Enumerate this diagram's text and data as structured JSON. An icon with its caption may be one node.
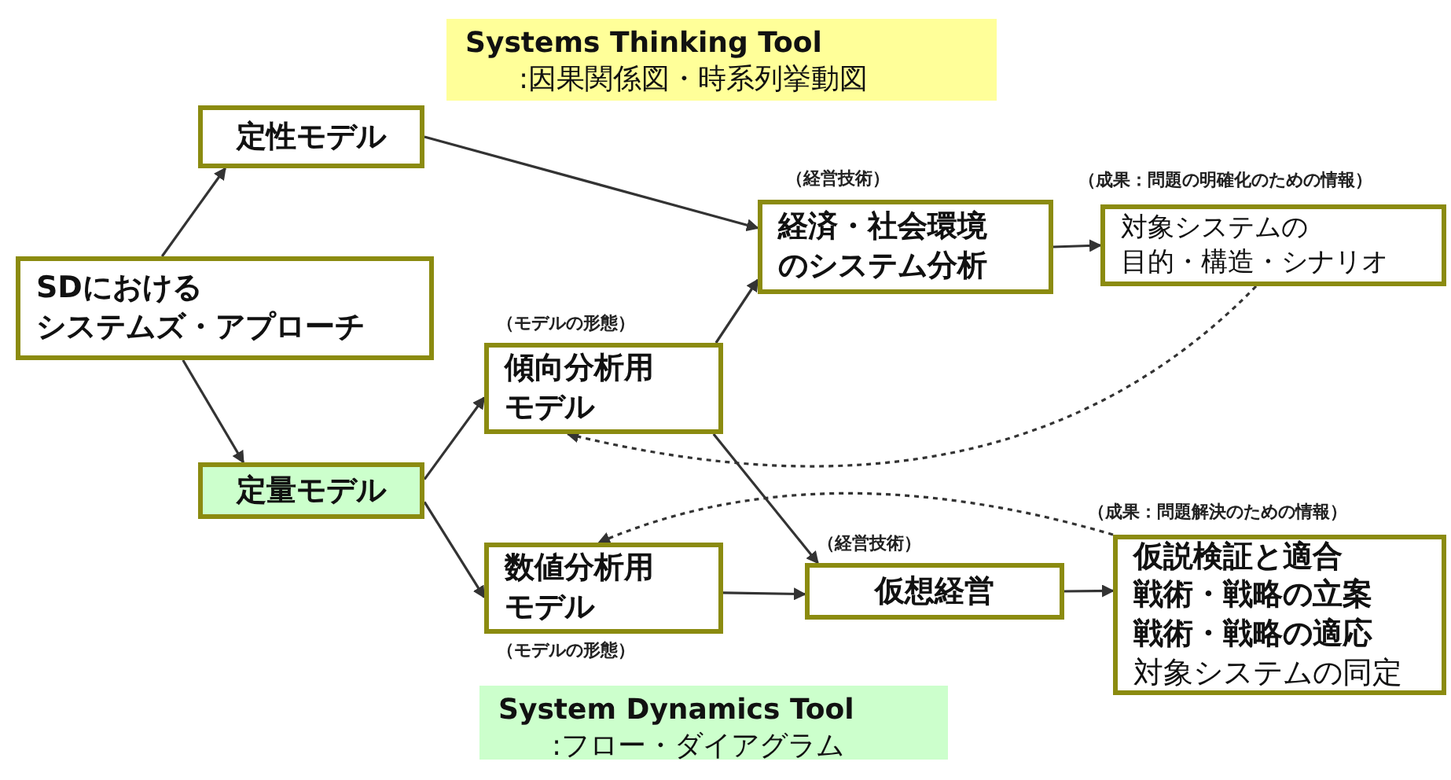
{
  "diagram": {
    "nodes": [
      {
        "text": [
          "Systems Thinking Tool",
          ":因果関係図・時系列挙動図"
        ]
      },
      {
        "text": [
          "定性モデル"
        ]
      },
      {
        "text": [
          "SDにおけるシステムズ・アプローチ"
        ]
      },
      {
        "text": [
          "経済・社会環境のシステム分析"
        ],
        "beside": [
          "（経営技術）"
        ]
      },
      {
        "text": [
          "対象システムの目的・構造・シナリオ"
        ],
        "beside": [
          "（成果：問題の明確化のための情報）"
        ]
      },
      {
        "text": [
          "傾向分析用モデル"
        ],
        "beside": [
          "（モデルの形態）"
        ]
      },
      {
        "text": [
          "定量モデル"
        ]
      },
      {
        "text": [
          "数値分析用モデル"
        ],
        "beside": [
          "（モデルの形態）"
        ]
      },
      {
        "text": [
          "仮想経営"
        ],
        "beside": [
          "（経営技術）"
        ]
      },
      {
        "text": [
          "仮説検証と適合",
          "戦術・戦略の立案",
          "戦術・戦略の適応",
          "対象システムの同定"
        ],
        "beside": [
          "（成果：問題解決のための情報）"
        ]
      },
      {
        "text": [
          "System Dynamics Tool",
          ":フロー・ダイアグラム"
        ]
      }
    ],
    "edges": [
      {
        "from": 2,
        "to": 1,
        "arrow": "to"
      },
      {
        "from": 2,
        "to": 6,
        "arrow": "to"
      },
      {
        "from": 1,
        "to": 3,
        "arrow": "to"
      },
      {
        "from": 5,
        "to": 3,
        "arrow": "to"
      },
      {
        "from": 3,
        "to": 4,
        "arrow": "to"
      },
      {
        "from": 6,
        "to": 5,
        "arrow": "to"
      },
      {
        "from": 6,
        "to": 7,
        "arrow": "to"
      },
      {
        "from": 7,
        "to": 8,
        "arrow": "to"
      },
      {
        "from": 5,
        "to": 8,
        "arrow": "to"
      },
      {
        "from": 8,
        "to": 9,
        "arrow": "to"
      },
      {
        "from": 4,
        "to": 5,
        "arrow": "to",
        "style": "dashed"
      },
      {
        "from": 9,
        "to": 7,
        "arrow": "to",
        "style": "dashed"
      }
    ]
  }
}
